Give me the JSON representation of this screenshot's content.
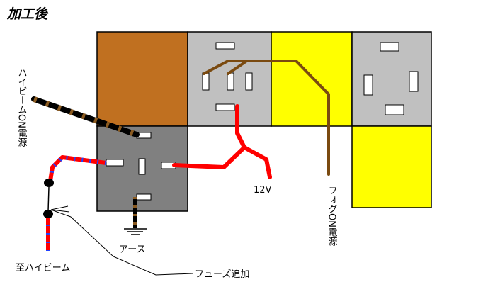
{
  "title": "加工後",
  "labels": {
    "high_beam_on_power": "ハイビームON電源",
    "twelve_volt": "12V",
    "fog_on_power": "フォグON電源",
    "ground": "アース",
    "to_high_beam": "至ハイビーム",
    "fuse_added": "フューズ追加"
  },
  "colors": {
    "relay_brown": "#c07020",
    "relay_gray": "#c0c0c0",
    "relay_dark_gray": "#808080",
    "relay_yellow": "#ffff00",
    "wire_red": "#ff0000",
    "wire_brown": "#7a4a10",
    "wire_black": "#000000"
  }
}
